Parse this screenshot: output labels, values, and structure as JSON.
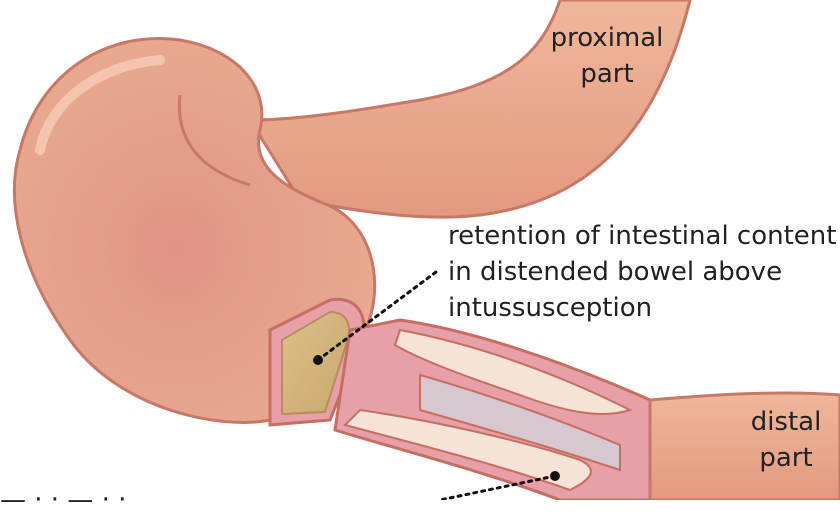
{
  "labels": {
    "proximal": {
      "line1": "proximal",
      "line2": "part"
    },
    "distal": {
      "line1": "distal",
      "line2": "part"
    },
    "retention": {
      "line1": "retention of intestinal content",
      "line2": "in distended bowel above",
      "line3": "intussusception"
    },
    "bottom_partial": "—  ·  ·  —  ·  ·"
  },
  "colors": {
    "bowel_fill": "#e9a98f",
    "bowel_shadow": "#d98c78",
    "bowel_outline": "#c76e63",
    "wall_pink": "#e7a0a8",
    "content_fill": "#d3b87e",
    "lumen": "#f6e3d8",
    "inner_fold": "#d7c7ce"
  }
}
